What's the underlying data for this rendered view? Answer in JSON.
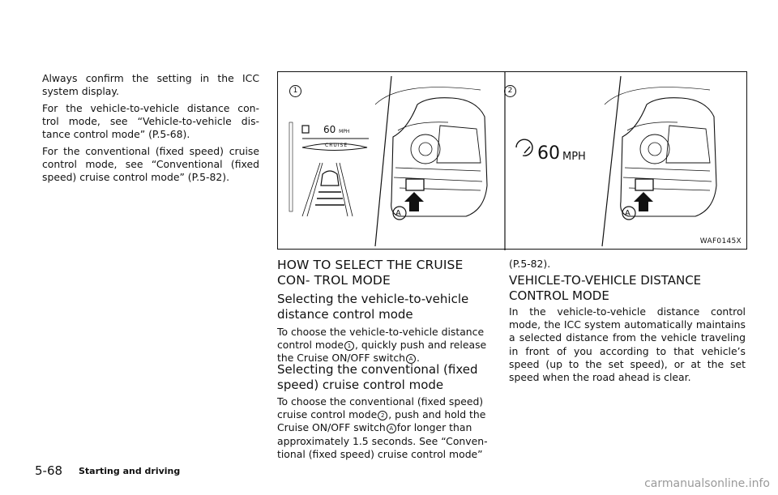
{
  "left_column": {
    "p1": "Always confirm the setting in the ICC system display.",
    "p2": "For the vehicle-to-vehicle distance con- trol mode, see “Vehicle-to-vehicle dis- tance control mode” (P.5-68).",
    "p3": "For the conventional (fixed speed) cruise control mode, see “Conventional (fixed speed) cruise control mode” (P.5-82)."
  },
  "figure": {
    "label_1": "1",
    "label_2": "2",
    "display_1_speed": "60",
    "display_1_unit": "MPH",
    "display_1_cruise": "CRUISE",
    "display_2_speed": "60",
    "display_2_unit": "MPH",
    "callout_a": "A",
    "code": "WAF0145X"
  },
  "section": {
    "heading": "HOW TO SELECT THE CRUISE CON- TROL MODE",
    "sub1_heading": "Selecting the vehicle-to-vehicle distance control mode",
    "sub1_a": "To choose the vehicle-to-vehicle distance control mode",
    "sub1_b": ", quickly push and release the Cruise ON/OFF switch",
    "sub1_c": ".",
    "sub2_heading": "Selecting the conventional (fixed speed) cruise control mode",
    "sub2_a": "To choose the conventional (fixed speed) cruise control mode",
    "sub2_b": ", push and hold the Cruise ON/OFF switch",
    "sub2_c": "for longer than approximately 1.5 seconds. See “Conven- tional (fixed speed) cruise control mode”",
    "sub2_cont": "(P.5-82).",
    "v2v_heading": "VEHICLE-TO-VEHICLE DISTANCE CONTROL MODE",
    "v2v_body": "In the vehicle-to-vehicle distance control mode, the ICC system automatically maintains a selected distance from the vehicle traveling in front of you according to that vehicle’s speed (up to the set speed), or at the set speed when the road ahead is clear."
  },
  "markers": {
    "one": "1",
    "two": "2",
    "a": "A"
  },
  "footer": {
    "page_number": "5-68",
    "section_title": "Starting and driving",
    "watermark": "carmanualsonline.info"
  }
}
